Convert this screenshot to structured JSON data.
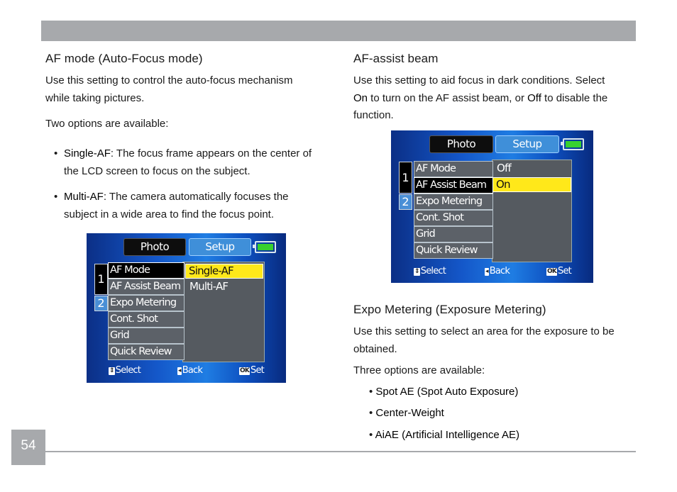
{
  "page_number": "54",
  "left": {
    "heading": "AF mode (Auto-Focus mode)",
    "para1_line1": "Use this setting to control the auto-focus mechanism",
    "para1_line2": "while taking pictures.",
    "para2": "Two options are available:",
    "bullets": [
      {
        "term": "Single-AF",
        "line1": ": The focus frame appears on the center of",
        "line2": "the LCD screen to focus on the subject."
      },
      {
        "term": "Multi-AF",
        "line1": ": The camera automatically focuses the",
        "line2": "subject in a wide area to find the focus point."
      }
    ],
    "screen": {
      "tab_photo": "Photo",
      "tab_setup": "Setup",
      "pages": [
        "1",
        "2"
      ],
      "menu_items": [
        "AF Mode",
        "AF Assist Beam",
        "Expo Metering",
        "Cont. Shot",
        "Grid",
        "Quick Review"
      ],
      "options": [
        "Single-AF",
        "Multi-AF"
      ],
      "selected_option": "Single-AF",
      "footer": {
        "select": "Select",
        "back": "Back",
        "ok": "Set"
      }
    }
  },
  "right": {
    "heading1": "AF-assist beam",
    "para1_line1": "Use this setting to aid focus in dark conditions. Select",
    "para1_line2_a": "On",
    "para1_line2_b": " to turn on the AF assist beam, or ",
    "para1_line2_c": "Off",
    "para1_line2_d": " to disable the",
    "para1_line3": "function.",
    "screen": {
      "tab_photo": "Photo",
      "tab_setup": "Setup",
      "pages": [
        "1",
        "2"
      ],
      "menu_items": [
        "AF Mode",
        "AF Assist Beam",
        "Expo Metering",
        "Cont. Shot",
        "Grid",
        "Quick Review"
      ],
      "options": [
        "Off",
        "On"
      ],
      "selected_option": "On",
      "footer": {
        "select": "Select",
        "back": "Back",
        "ok": "Set"
      }
    },
    "heading2": "Expo Metering (Exposure Metering)",
    "para2_line1": "Use this setting to select an area for the exposure to be",
    "para2_line2": "obtained.",
    "para3": "Three options are available:",
    "bullets": [
      "Spot AE (Spot Auto Exposure)",
      "Center-Weight",
      "AiAE (Artificial Intelligence AE)"
    ]
  },
  "colors": {
    "gray_bar": "#a7a9ac",
    "highlight": "#ffe81a",
    "battery": "#38d12f"
  }
}
